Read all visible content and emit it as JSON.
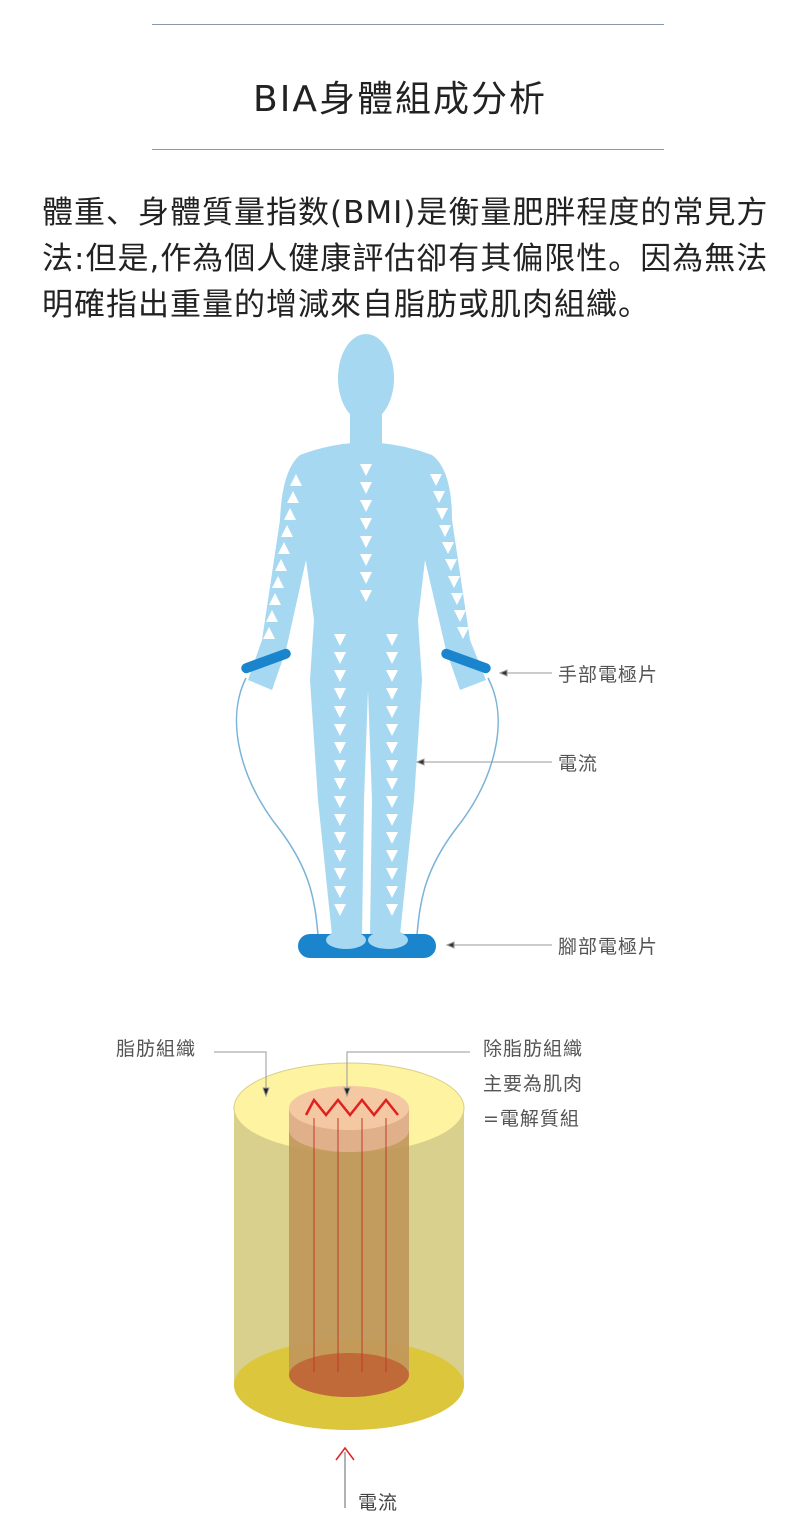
{
  "header": {
    "title": "BIA身體組成分析"
  },
  "intro": {
    "text": "體重、身體質量指数(BMI)是衡量肥胖程度的常見方法:但是,作為個人健康評估卻有其偏限性。因為無法明確指出重量的增減來自脂肪或肌肉組織。"
  },
  "body_diagram": {
    "labels": {
      "hand_electrode": "手部電極片",
      "current": "電流",
      "foot_electrode": "腳部電極片"
    },
    "colors": {
      "body": "#a6d8f2",
      "electrode": "#1a85cc"
    }
  },
  "cylinder_diagram": {
    "labels": {
      "fat_tissue": "脂肪組織",
      "lean_line1": "除脂肪組織",
      "lean_line2": "主要為肌肉",
      "lean_line3": "=電解質組",
      "current": "電流"
    },
    "colors": {
      "fat": "#fdf3a0",
      "muscle": "#f4c8a2",
      "current": "#e0201e"
    }
  }
}
